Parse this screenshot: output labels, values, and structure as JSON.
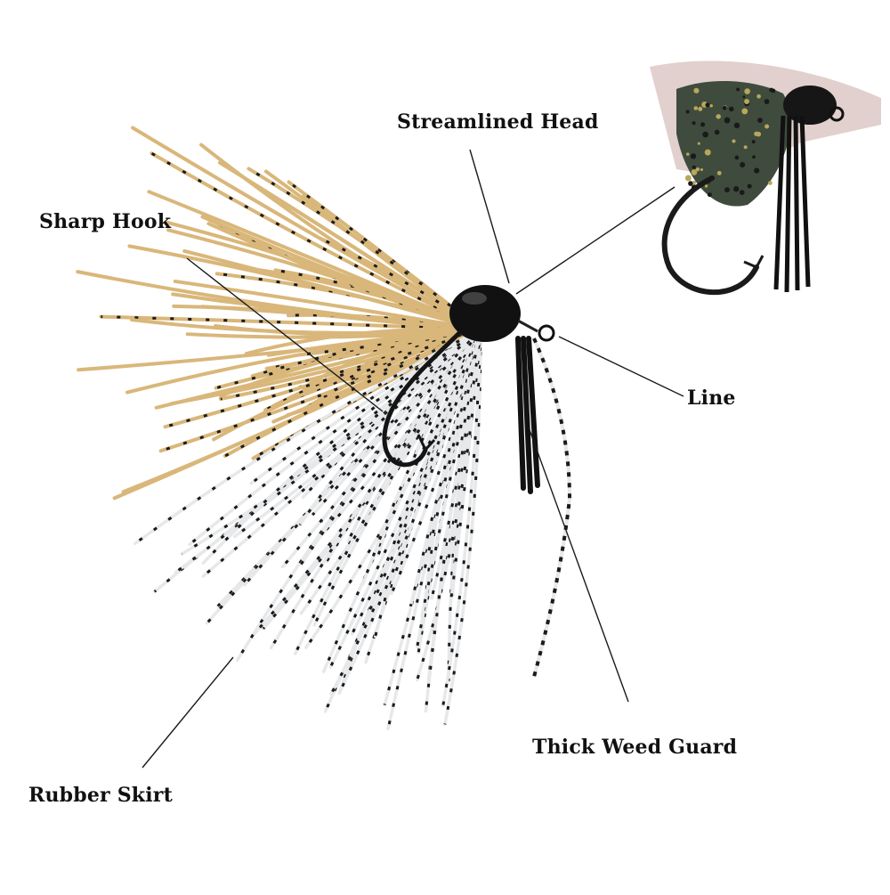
{
  "labels": {
    "streamlined_head": "Streamlined Head",
    "sharp_hook": "Sharp Hook",
    "line": "Line",
    "thick_weed_guard": "Thick Weed Guard",
    "rubber_skirt": "Rubber Skirt"
  },
  "colors": {
    "background": "#ffffff",
    "label_text": "#111111",
    "leader_line": "#1a1a1a",
    "head": "#111111",
    "skirt_tan": "#d9b77a",
    "skirt_clear": "#e6e8ea",
    "skirt_speckle": "#1b1b1b"
  },
  "icons": [
    "jig-lure-illustration",
    "inset-hook-photo"
  ]
}
